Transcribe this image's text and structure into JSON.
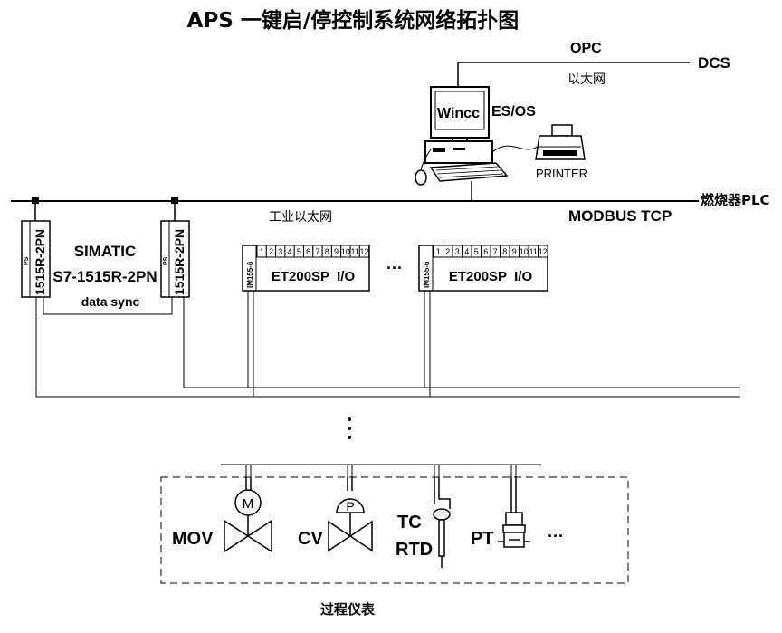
{
  "title": "APS 一键启/停控制系统网络拓扑图",
  "top_network": {
    "protocol": "OPC",
    "medium": "以太网",
    "destination": "DCS"
  },
  "workstation": {
    "software": "Wincc",
    "role": "ES/OS",
    "printer": "PRINTER"
  },
  "main_bus": {
    "medium": "工业以太网",
    "protocol": "MODBUS TCP",
    "destination": "燃烧器PLC"
  },
  "plc": {
    "cpu_label": "1515R-2PN",
    "ps_label": "PS",
    "brand": "SIMATIC",
    "model": "S7-1515R-2PN",
    "sync": "data sync"
  },
  "io_stations": [
    {
      "interface": "IM155-6",
      "title": "ET200SP  I/O",
      "slots": [
        "1",
        "2",
        "3",
        "4",
        "5",
        "6",
        "7",
        "8",
        "9",
        "10",
        "11",
        "12"
      ]
    },
    {
      "interface": "IM155-6",
      "title": "ET200SP  I/O",
      "slots": [
        "1",
        "2",
        "3",
        "4",
        "5",
        "6",
        "7",
        "8",
        "9",
        "10",
        "11",
        "12"
      ]
    }
  ],
  "ellipsis": "···",
  "field_devices": {
    "mov": {
      "label": "MOV",
      "symbol": "M"
    },
    "cv": {
      "label": "CV",
      "symbol": "P"
    },
    "temp": {
      "label_1": "TC",
      "label_2": "RTD"
    },
    "pt": {
      "label": "PT"
    },
    "more": "···"
  },
  "field_area_label": "过程仪表"
}
